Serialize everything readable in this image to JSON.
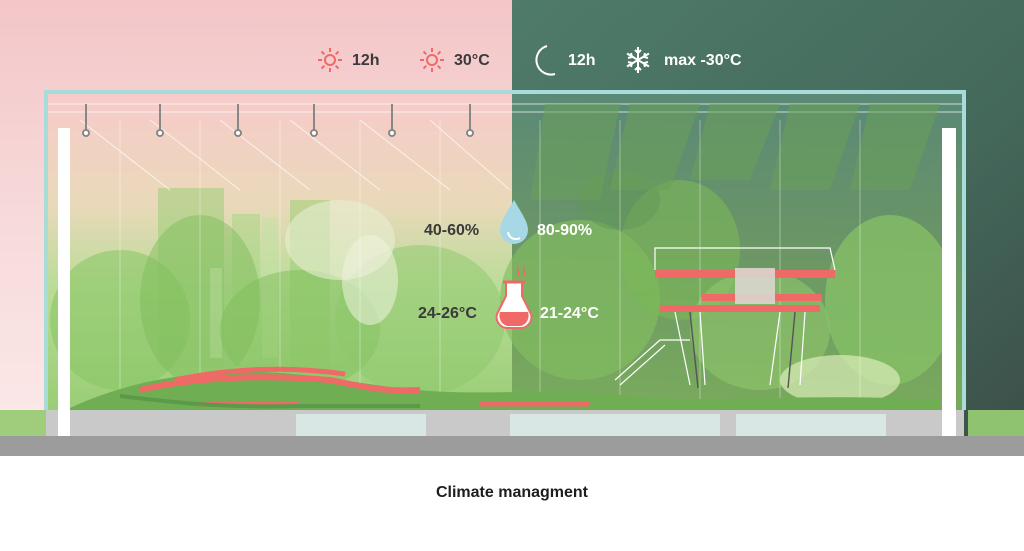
{
  "day": {
    "duration": "12h",
    "temperature": "30°C",
    "humidity": "40-60%",
    "inside_temperature": "24-26°C"
  },
  "night": {
    "duration": "12h",
    "temperature": "max -30°C",
    "humidity": "80-90%",
    "inside_temperature": "21-24°C"
  },
  "caption": "Climate managment",
  "colors": {
    "day_sky": "#f6cccc",
    "night_sky": "#4c7666",
    "accent_red": "#ef6a66",
    "foliage": "#8cc46a",
    "frame": "#a8dcd8",
    "ground": "#9c9c9c"
  },
  "icons": {
    "day_sun": "sun-icon",
    "day_heat": "sun-icon",
    "night_moon": "crescent-moon-icon",
    "night_cold": "snowflake-icon",
    "humidity": "water-drop-icon",
    "thermometer": "flask-thermometer-icon"
  }
}
